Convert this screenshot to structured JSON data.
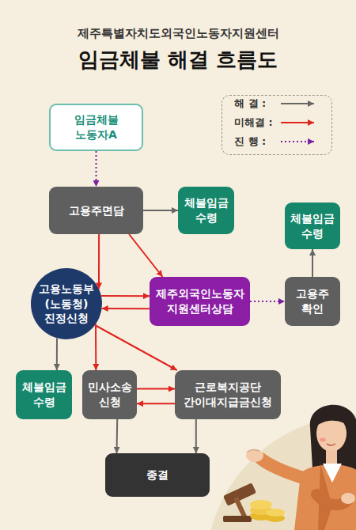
{
  "diagram": {
    "title": "임금체불 해결 흐름도",
    "nodes": [
      {
        "text": [
          "임금체불 노동자A"
        ]
      },
      {
        "text": [
          "고용주면담"
        ]
      },
      {
        "text": [
          "체불임금 수령"
        ]
      },
      {
        "text": [
          "고용노동부 (노동청) 진정신청"
        ]
      },
      {
        "text": [
          "제주외국인노동자 지원센터상담"
        ]
      },
      {
        "text": [
          "고용주 확인"
        ]
      },
      {
        "text": [
          "체불임금 수령"
        ]
      },
      {
        "text": [
          "체불임금 수령"
        ]
      },
      {
        "text": [
          "민사소송 신청"
        ]
      },
      {
        "text": [
          "근로복지공단 간이대지급금신청"
        ]
      },
      {
        "text": [
          "종결"
        ]
      }
    ],
    "edges": [
      {
        "from": 0,
        "to": 1,
        "arrow": "to"
      },
      {
        "from": 1,
        "to": 2,
        "arrow": "to"
      },
      {
        "from": 1,
        "to": 3,
        "arrow": "to"
      },
      {
        "from": 1,
        "to": 4,
        "arrow": "to"
      },
      {
        "from": 3,
        "to": 4,
        "arrow": "to"
      },
      {
        "from": 4,
        "to": 3,
        "arrow": "to"
      },
      {
        "from": 4,
        "to": 5,
        "arrow": "to"
      },
      {
        "from": 5,
        "to": 6,
        "arrow": "to"
      },
      {
        "from": 3,
        "to": 7,
        "arrow": "to"
      },
      {
        "from": 3,
        "to": 8,
        "arrow": "to"
      },
      {
        "from": 3,
        "to": 9,
        "arrow": "to"
      },
      {
        "from": 8,
        "to": 9,
        "arrow": "to"
      },
      {
        "from": 9,
        "to": 8,
        "arrow": "to"
      },
      {
        "from": 8,
        "to": 10,
        "arrow": "to"
      },
      {
        "from": 9,
        "to": 10,
        "arrow": "to"
      }
    ],
    "labels": [
      "제주특별자치도외국인노동자지원센터"
    ],
    "legend": [
      {
        "text": "해 결 :"
      },
      {
        "text": "미해결 :"
      },
      {
        "text": "진 행 :"
      }
    ]
  }
}
